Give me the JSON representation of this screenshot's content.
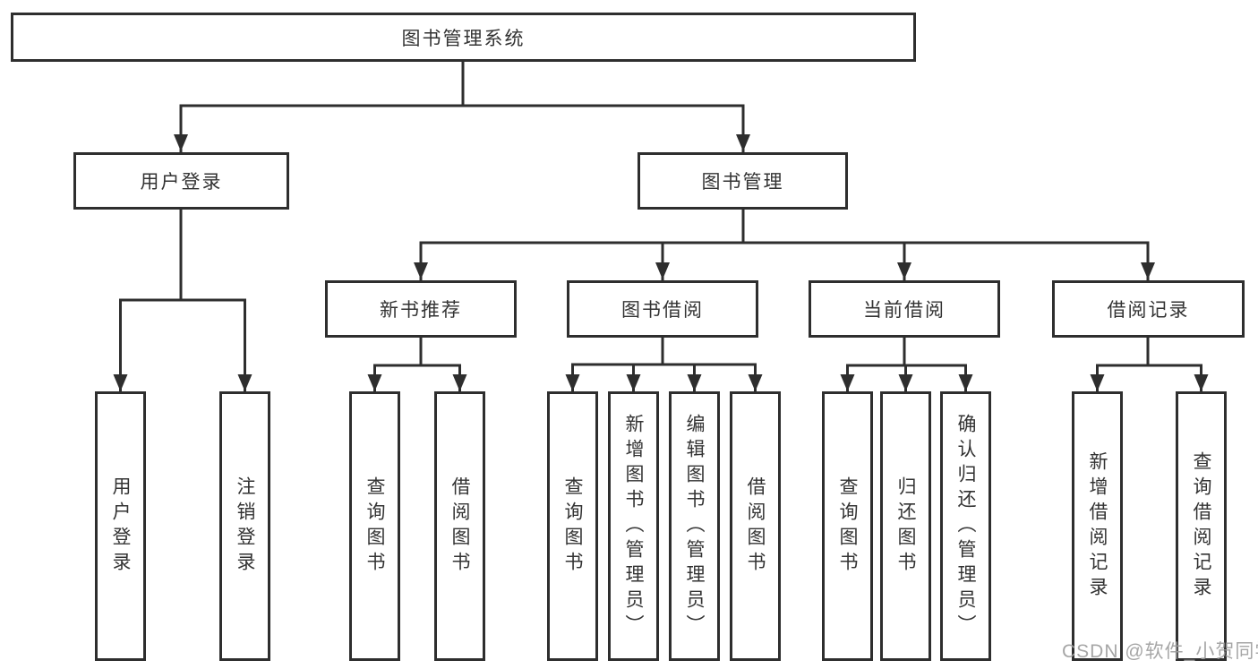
{
  "diagram": {
    "root": "图书管理系统",
    "level2": [
      "用户登录",
      "图书管理"
    ],
    "level3": [
      "新书推荐",
      "图书借阅",
      "当前借阅",
      "借阅记录"
    ],
    "leaves": [
      "用户登录",
      "注销登录",
      "查询图书",
      "借阅图书",
      "查询图书",
      "新增图书（管理员）",
      "编辑图书（管理员）",
      "借阅图书",
      "查询图书",
      "归还图书",
      "确认归还（管理员）",
      "新增借阅记录",
      "查询借阅记录"
    ],
    "watermark": "CSDN @软件_小贺同学",
    "colors": {
      "line": "#2e2e2e",
      "text": "#333333",
      "background": "#ffffff",
      "watermark": "#9e9e9e"
    }
  }
}
